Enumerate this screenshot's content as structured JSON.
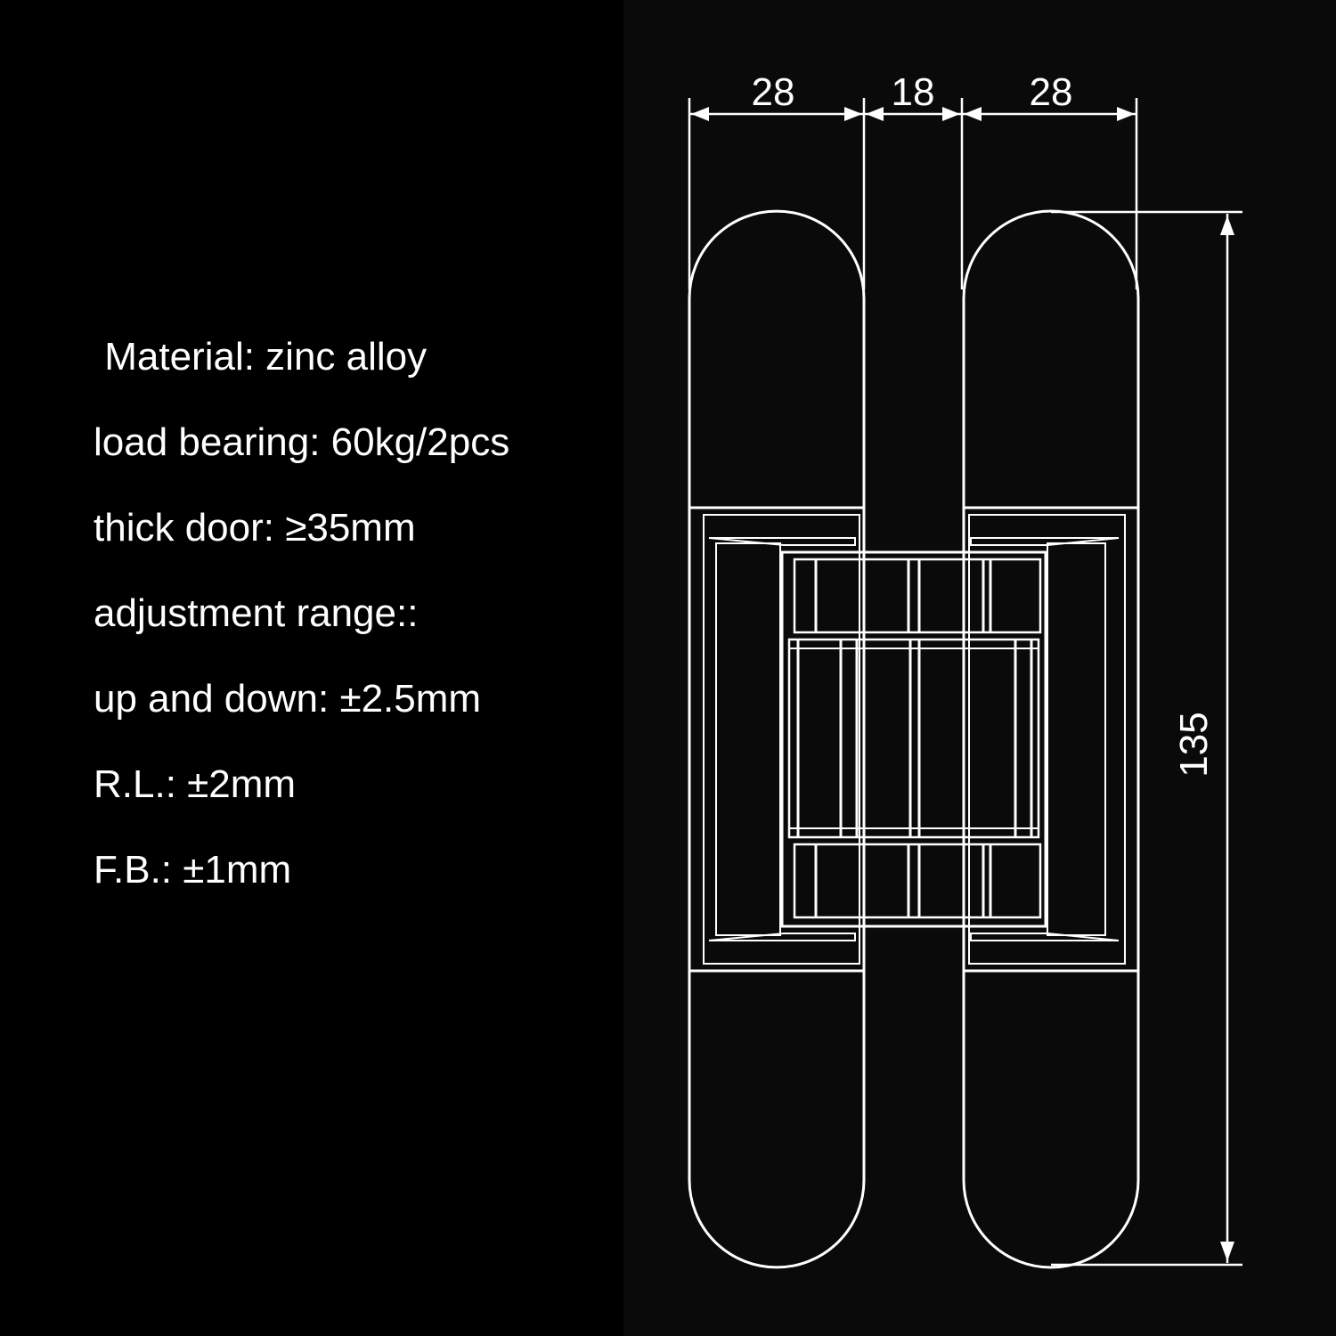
{
  "specs": [
    " Material: zinc alloy",
    "load bearing: 60kg/2pcs",
    "thick door: ≥35mm",
    "adjustment range::",
    "up and down: ±2.5mm",
    "R.L.: ±2mm",
    "F.B.: ±1mm"
  ],
  "dimensions": {
    "left_width": "28",
    "middle_width": "18",
    "right_width": "28",
    "height": "135"
  },
  "colors": {
    "background": "#000000",
    "line": "#ffffff"
  }
}
